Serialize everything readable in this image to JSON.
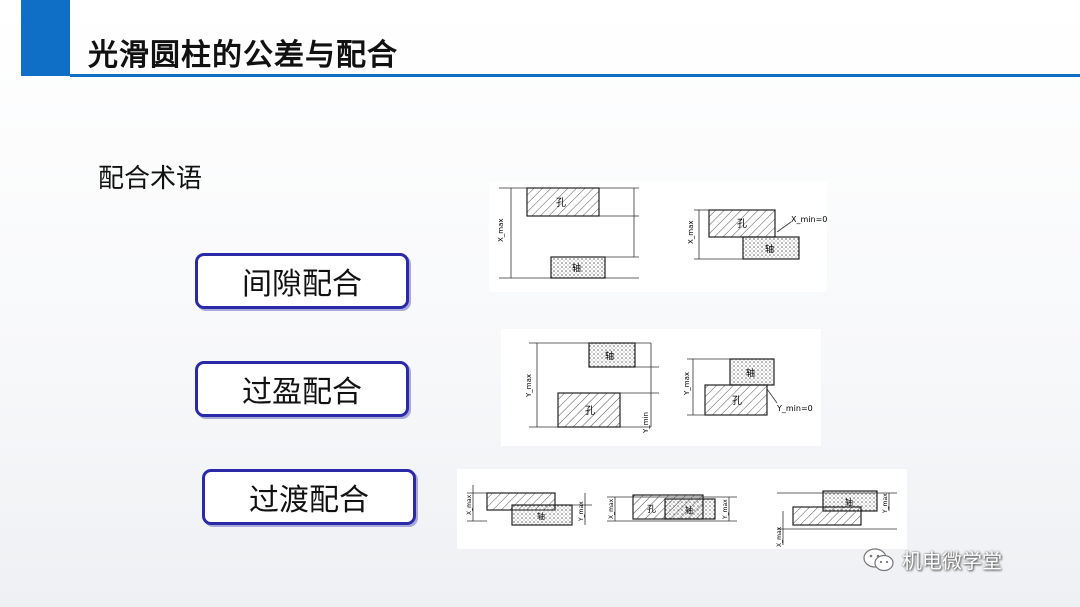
{
  "header": {
    "title": "光滑圆柱的公差与配合"
  },
  "section": {
    "subtitle": "配合术语"
  },
  "fits": [
    {
      "label": "间隙配合"
    },
    {
      "label": "过盈配合"
    },
    {
      "label": "过渡配合"
    }
  ],
  "diagram_labels": {
    "hole": "孔",
    "shaft": "轴",
    "x_max": "X_max",
    "x_min_eq_0": "X_min=0",
    "y_max": "Y_max",
    "y_min": "Y_min",
    "y_min_eq_0": "Y_min=0"
  },
  "watermark": {
    "text": "机电微学堂"
  },
  "colors": {
    "accent": "#0f6fc6",
    "button_border": "#2a2aa8"
  }
}
